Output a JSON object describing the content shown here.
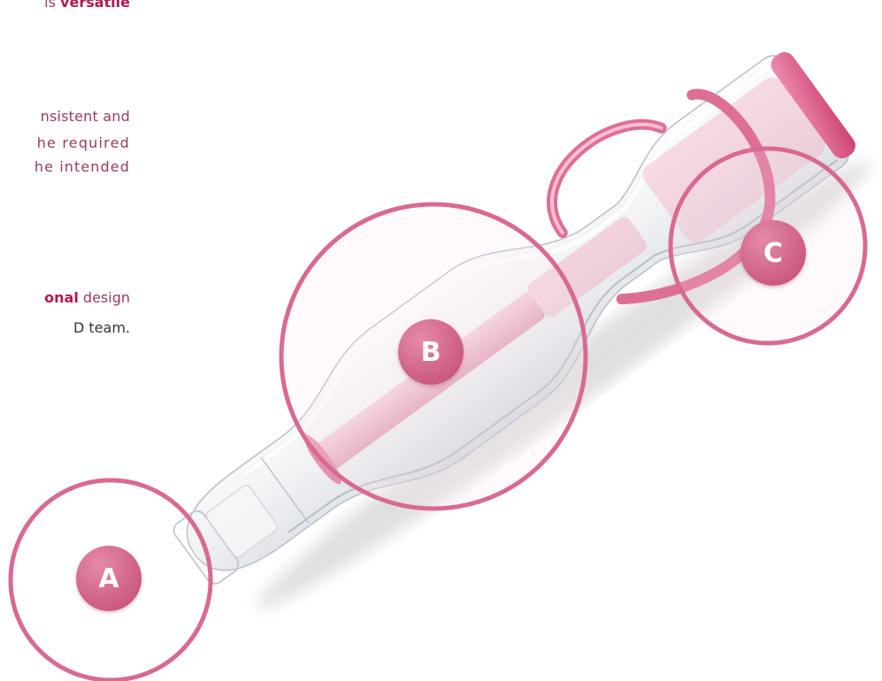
{
  "text": {
    "line1_prefix": "is ",
    "line1_strong": "versatile",
    "line2": "nsistent and",
    "line3": "he required",
    "line4": "he intended",
    "line5_strong": "onal",
    "line5_rest": " design",
    "line6": "D team."
  },
  "labels": {
    "a": "A",
    "b": "B",
    "c": "C"
  },
  "colors": {
    "accent": "#b2194f",
    "circle_stroke": "#d86a92",
    "badge_fill": "#cc5c82",
    "tubing": "#de6f94"
  }
}
